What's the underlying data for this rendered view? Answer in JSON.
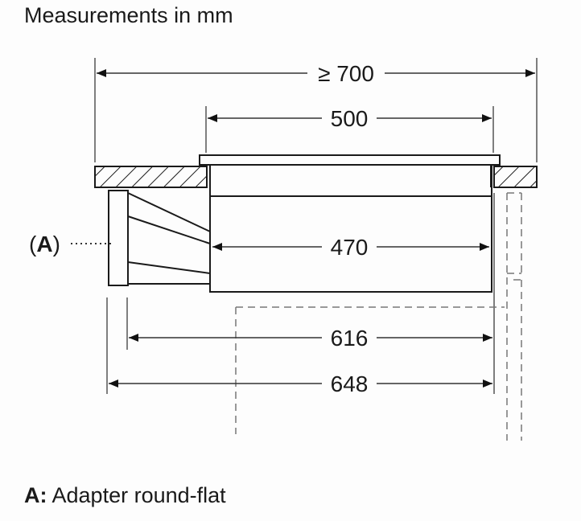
{
  "title": "Measurements in mm",
  "callout": {
    "label_open": "(",
    "label_letter": "A",
    "label_close": ")"
  },
  "dimensions": {
    "cutout_min_width": "≥ 700",
    "hob_width": "500",
    "body_width": "470",
    "depth_without_adapter": "616",
    "depth_with_adapter": "648"
  },
  "legend": {
    "key": "A:",
    "description": "Adapter round-flat"
  },
  "colors": {
    "line": "#1a1a1a",
    "dashed": "#777777",
    "background": "#fdfdfd"
  }
}
